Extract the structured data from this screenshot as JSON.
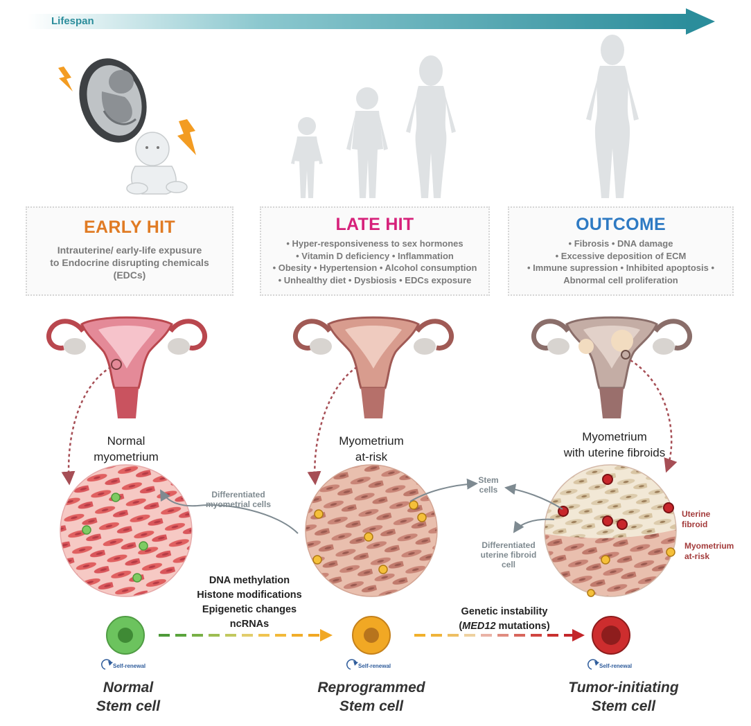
{
  "lifespan_label": "Lifespan",
  "colors": {
    "lifespan_arrow": "#2b8d9b",
    "early_hit": "#e07b24",
    "late_hit": "#d6217a",
    "outcome": "#2e7ac3",
    "normal_stem": "#5cb85c",
    "reprogrammed_stem": "#f1a824",
    "tumor_stem": "#c3262a",
    "bolt": "#f39c22",
    "silhouette": "#dfe2e4"
  },
  "boxes": [
    {
      "title": "EARLY HIT",
      "lines": [
        "Intrauterine/ early-life expusure",
        "to Endocrine disrupting chemicals",
        "(EDCs)"
      ]
    },
    {
      "title": "LATE HIT",
      "lines": [
        "• Hyper-responsiveness to sex hormones",
        "• Vitamin D deficiency  • Inflammation",
        "• Obesity  • Hypertension  • Alcohol consumption",
        "• Unhealthy diet  • Dysbiosis  • EDCs exposure"
      ]
    },
    {
      "title": "OUTCOME",
      "lines": [
        "• Fibrosis • DNA damage",
        "• Excessive deposition of ECM",
        "• Immune supression • Inhibited apoptosis •",
        "Abnormal cell proliferation"
      ]
    }
  ],
  "stages": [
    {
      "caption_1": "Normal",
      "caption_2": "myometrium"
    },
    {
      "caption_1": "Myometrium",
      "caption_2": "at-risk"
    },
    {
      "caption_1": "Myometrium",
      "caption_2": "with uterine fibroids"
    }
  ],
  "labels": {
    "differentiated_myometrial_1": "Differentiated",
    "differentiated_myometrial_2": "myometrial cells",
    "stem_cells_1": "Stem",
    "stem_cells_2": "cells",
    "diff_fibroid_1": "Differentiated",
    "diff_fibroid_2": "uterine fibroid",
    "diff_fibroid_3": "cell",
    "uterine_fibroid_1": "Uterine",
    "uterine_fibroid_2": "fibroid",
    "myometrium_at_risk_1": "Myometrium",
    "myometrium_at_risk_2": "at-risk"
  },
  "mechanisms_epigenetic": [
    "DNA methylation",
    "Histone modifications",
    "Epigenetic changes",
    "ncRNAs"
  ],
  "mechanisms_genetic": {
    "line_1": "Genetic instability",
    "line_2_open": "(",
    "line_2_gene": "MED12",
    "line_2_rest": " mutations)"
  },
  "self_renewal": "Self-renewal",
  "stem_cells": [
    {
      "line_1": "Normal",
      "line_2": "Stem cell"
    },
    {
      "line_1": "Reprogrammed",
      "line_2": "Stem cell"
    },
    {
      "line_1": "Tumor-initiating",
      "line_2": "Stem cell"
    }
  ]
}
